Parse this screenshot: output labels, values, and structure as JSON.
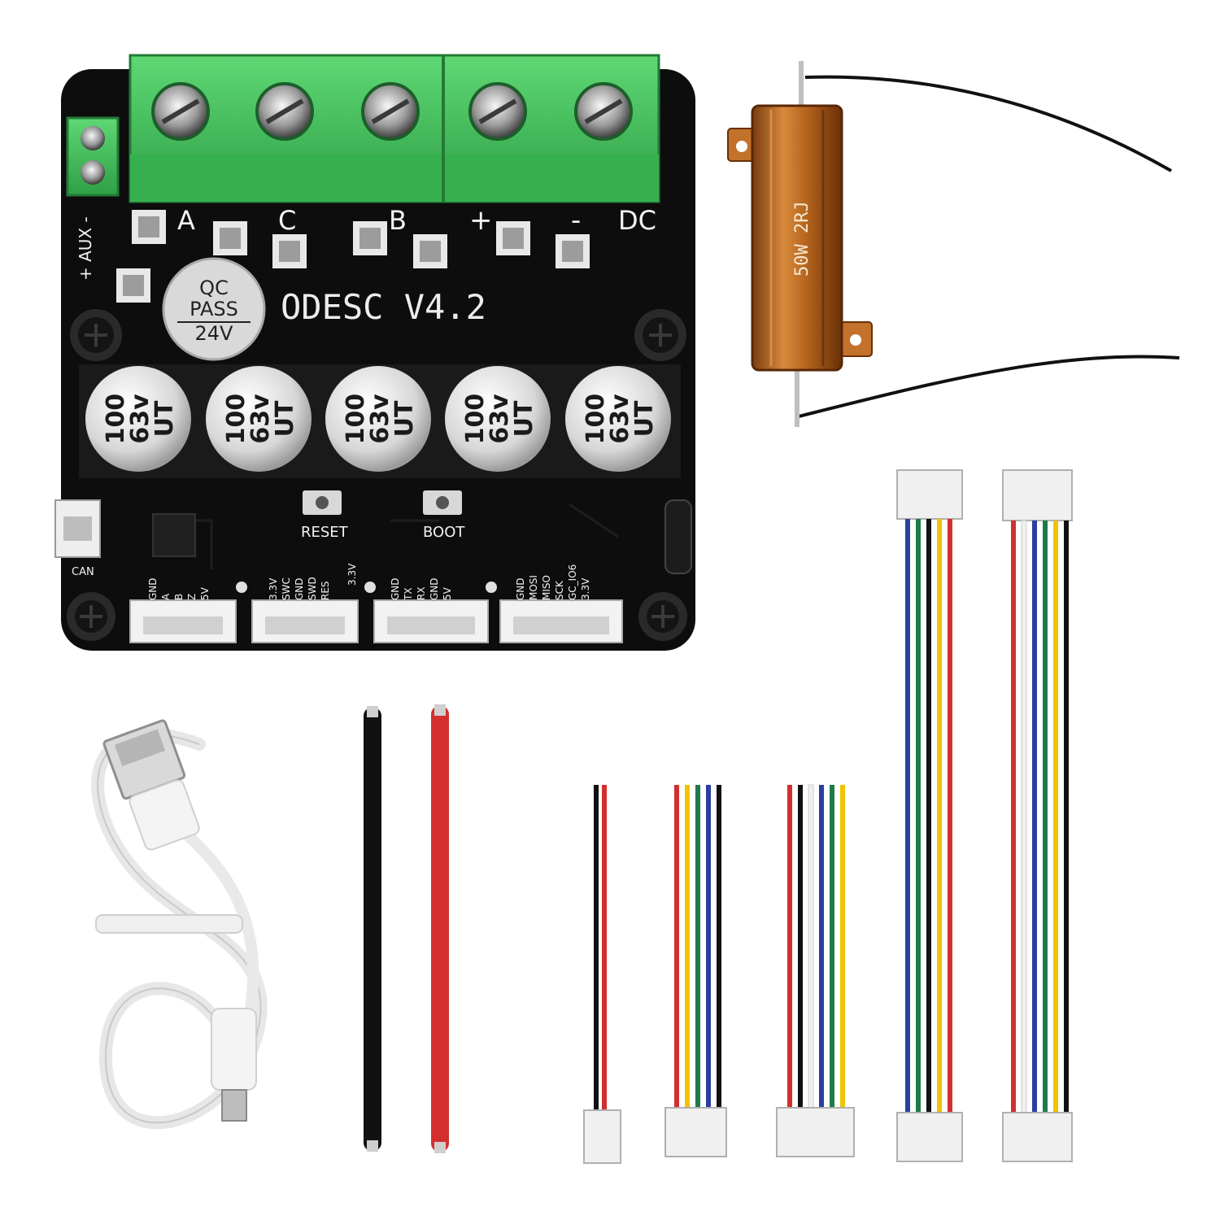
{
  "board": {
    "name": "ODESC V4.2",
    "terminal_labels": [
      "A",
      "C",
      "B",
      "+",
      "-",
      "DC"
    ],
    "aux_label": "+ AUX -",
    "qc_sticker": [
      "QC",
      "PASS",
      "24V"
    ],
    "capacitor_marking": [
      "100",
      "63v",
      "UT"
    ],
    "buttons": [
      "RESET",
      "BOOT"
    ],
    "can_label": "CAN",
    "pin_labels": [
      [
        "GND",
        "A",
        "B",
        "Z",
        "5V"
      ],
      [
        "3.3V",
        "SWC",
        "GND",
        "SWD",
        "RES"
      ],
      [
        "3.3V",
        "GND",
        "TX",
        "RX",
        "GND",
        "5V"
      ],
      [
        "GND",
        "MOSI",
        "MISO",
        "SCK",
        "GC_IO6",
        "3.3V"
      ]
    ]
  },
  "resistor": {
    "marking": "50W 2RJ"
  },
  "colors": {
    "pcb": "#0d0d0d",
    "terminal_green": "#3fbf5a",
    "resistor_gold": "#b5651d",
    "wire_red": "#d32f2f",
    "wire_black": "#111111",
    "wire_white": "#f0f0f0",
    "wire_yellow": "#f2c300",
    "wire_green": "#1f7a4a",
    "wire_blue": "#2a3f9e"
  },
  "items": {
    "usb_cable": "usb-cable-icon",
    "power_leads": "power-lead-icon",
    "jst_cables": "connector-cable-icon"
  }
}
